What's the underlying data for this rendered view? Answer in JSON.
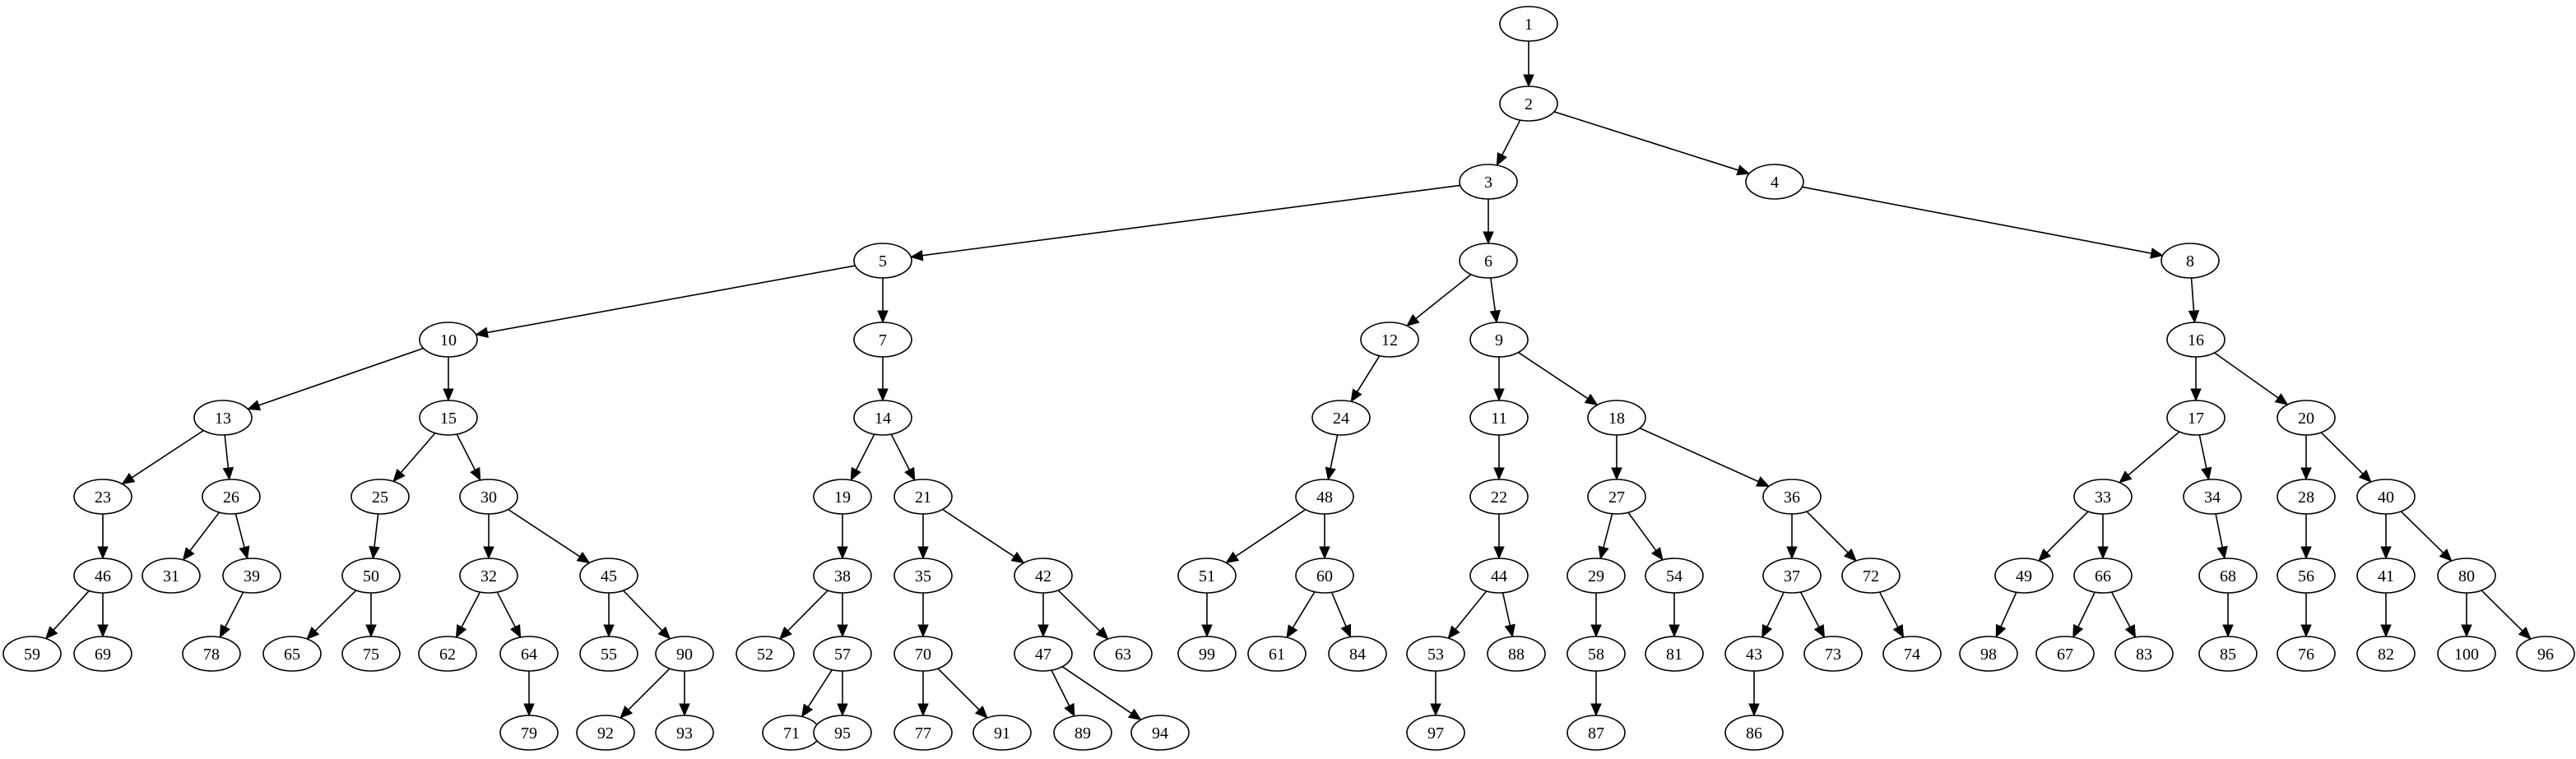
{
  "diagram": {
    "type": "tree",
    "nodes": [
      "1",
      "2",
      "3",
      "4",
      "5",
      "6",
      "8",
      "10",
      "7",
      "12",
      "9",
      "16",
      "13",
      "15",
      "14",
      "24",
      "11",
      "18",
      "17",
      "20",
      "23",
      "26",
      "25",
      "30",
      "19",
      "21",
      "48",
      "22",
      "27",
      "36",
      "33",
      "34",
      "28",
      "40",
      "46",
      "31",
      "39",
      "50",
      "32",
      "45",
      "38",
      "35",
      "42",
      "51",
      "60",
      "44",
      "29",
      "54",
      "37",
      "72",
      "49",
      "66",
      "68",
      "56",
      "41",
      "80",
      "59",
      "69",
      "78",
      "65",
      "75",
      "62",
      "64",
      "55",
      "90",
      "52",
      "57",
      "70",
      "47",
      "63",
      "99",
      "61",
      "84",
      "53",
      "88",
      "58",
      "81",
      "43",
      "73",
      "74",
      "98",
      "67",
      "83",
      "85",
      "76",
      "82",
      "100",
      "96",
      "79",
      "92",
      "93",
      "71",
      "95",
      "77",
      "91",
      "89",
      "94",
      "97",
      "87",
      "86"
    ],
    "edges": [
      [
        "1",
        "2"
      ],
      [
        "2",
        "3"
      ],
      [
        "2",
        "4"
      ],
      [
        "3",
        "5"
      ],
      [
        "3",
        "6"
      ],
      [
        "4",
        "8"
      ],
      [
        "5",
        "10"
      ],
      [
        "5",
        "7"
      ],
      [
        "6",
        "12"
      ],
      [
        "6",
        "9"
      ],
      [
        "8",
        "16"
      ],
      [
        "10",
        "13"
      ],
      [
        "10",
        "15"
      ],
      [
        "7",
        "14"
      ],
      [
        "12",
        "24"
      ],
      [
        "9",
        "11"
      ],
      [
        "9",
        "18"
      ],
      [
        "16",
        "17"
      ],
      [
        "16",
        "20"
      ],
      [
        "13",
        "23"
      ],
      [
        "13",
        "26"
      ],
      [
        "15",
        "25"
      ],
      [
        "15",
        "30"
      ],
      [
        "14",
        "19"
      ],
      [
        "14",
        "21"
      ],
      [
        "24",
        "48"
      ],
      [
        "11",
        "22"
      ],
      [
        "18",
        "27"
      ],
      [
        "18",
        "36"
      ],
      [
        "17",
        "33"
      ],
      [
        "17",
        "34"
      ],
      [
        "20",
        "28"
      ],
      [
        "20",
        "40"
      ],
      [
        "23",
        "46"
      ],
      [
        "26",
        "31"
      ],
      [
        "26",
        "39"
      ],
      [
        "25",
        "50"
      ],
      [
        "30",
        "32"
      ],
      [
        "30",
        "45"
      ],
      [
        "19",
        "38"
      ],
      [
        "21",
        "35"
      ],
      [
        "21",
        "42"
      ],
      [
        "48",
        "51"
      ],
      [
        "48",
        "60"
      ],
      [
        "22",
        "44"
      ],
      [
        "27",
        "29"
      ],
      [
        "27",
        "54"
      ],
      [
        "36",
        "37"
      ],
      [
        "36",
        "72"
      ],
      [
        "33",
        "49"
      ],
      [
        "33",
        "66"
      ],
      [
        "34",
        "68"
      ],
      [
        "28",
        "56"
      ],
      [
        "40",
        "41"
      ],
      [
        "40",
        "80"
      ],
      [
        "46",
        "59"
      ],
      [
        "46",
        "69"
      ],
      [
        "39",
        "78"
      ],
      [
        "50",
        "65"
      ],
      [
        "50",
        "75"
      ],
      [
        "32",
        "62"
      ],
      [
        "32",
        "64"
      ],
      [
        "45",
        "55"
      ],
      [
        "45",
        "90"
      ],
      [
        "38",
        "52"
      ],
      [
        "38",
        "57"
      ],
      [
        "35",
        "70"
      ],
      [
        "42",
        "47"
      ],
      [
        "42",
        "63"
      ],
      [
        "51",
        "99"
      ],
      [
        "60",
        "61"
      ],
      [
        "60",
        "84"
      ],
      [
        "44",
        "53"
      ],
      [
        "44",
        "88"
      ],
      [
        "29",
        "58"
      ],
      [
        "54",
        "81"
      ],
      [
        "37",
        "43"
      ],
      [
        "37",
        "73"
      ],
      [
        "72",
        "74"
      ],
      [
        "49",
        "98"
      ],
      [
        "66",
        "67"
      ],
      [
        "66",
        "83"
      ],
      [
        "68",
        "85"
      ],
      [
        "56",
        "76"
      ],
      [
        "41",
        "82"
      ],
      [
        "80",
        "100"
      ],
      [
        "80",
        "96"
      ],
      [
        "64",
        "79"
      ],
      [
        "90",
        "92"
      ],
      [
        "90",
        "93"
      ],
      [
        "57",
        "71"
      ],
      [
        "57",
        "95"
      ],
      [
        "70",
        "77"
      ],
      [
        "70",
        "91"
      ],
      [
        "47",
        "89"
      ],
      [
        "47",
        "94"
      ],
      [
        "53",
        "97"
      ],
      [
        "58",
        "87"
      ],
      [
        "43",
        "86"
      ]
    ]
  }
}
